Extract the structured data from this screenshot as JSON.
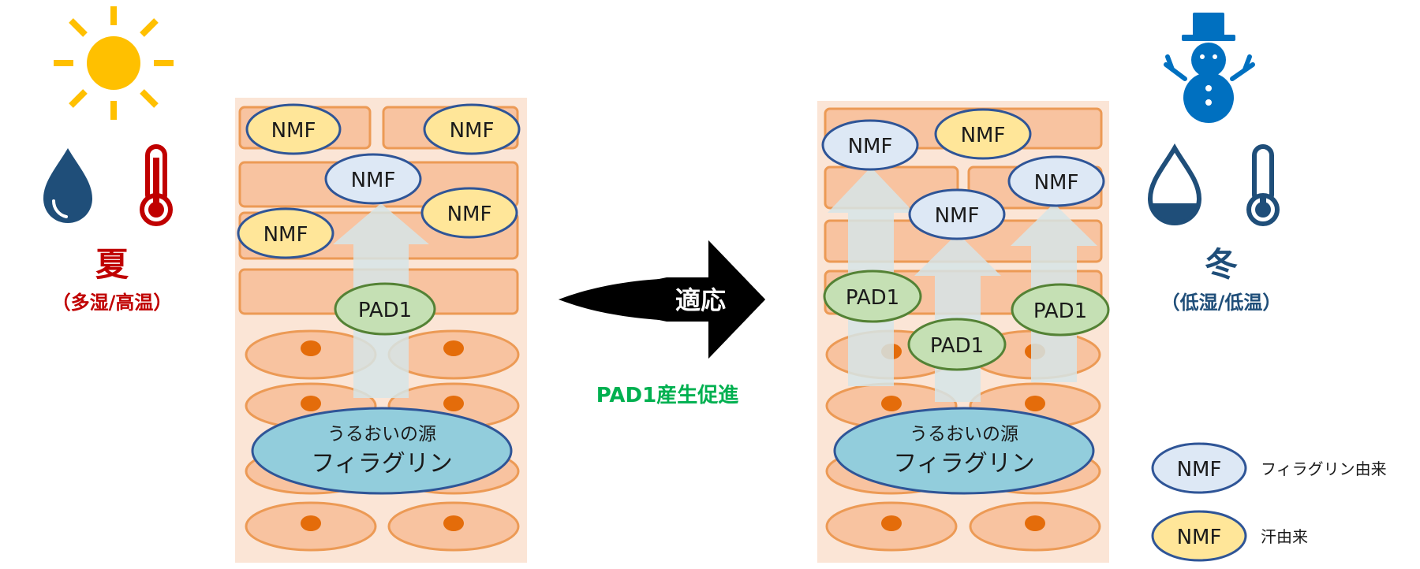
{
  "summer": {
    "season": "夏",
    "condition": "（多湿/高温）",
    "color": "#c00000",
    "icons": [
      "sun-icon",
      "water-drop-icon",
      "thermometer-hot-icon"
    ]
  },
  "winter": {
    "season": "冬",
    "condition": "（低湿/低温）",
    "color": "#1f4e79",
    "icons": [
      "snowman-icon",
      "water-drop-low-icon",
      "thermometer-cold-icon"
    ]
  },
  "left_panel": {
    "nmf_labels": [
      "NMF",
      "NMF",
      "NMF",
      "NMF",
      "NMF"
    ],
    "pad1": "PAD1",
    "filaggrin_line1": "うるおいの源",
    "filaggrin_line2": "フィラグリン"
  },
  "right_panel": {
    "nmf_labels": [
      "NMF",
      "NMF",
      "NMF",
      "NMF"
    ],
    "pad1_labels": [
      "PAD1",
      "PAD1",
      "PAD1"
    ],
    "filaggrin_line1": "うるおいの源",
    "filaggrin_line2": "フィラグリン"
  },
  "transition": {
    "arrow_label": "適応",
    "caption": "PAD1産生促進",
    "caption_color": "#00b050"
  },
  "legend": {
    "items": [
      {
        "badge": "NMF",
        "label": "フィラグリン由来",
        "color": "#dde8f5"
      },
      {
        "badge": "NMF",
        "label": "汗由来",
        "color": "#ffe699"
      }
    ]
  },
  "colors": {
    "panel_bg": "#fbe5d6",
    "cell_fill": "#f8c3a0",
    "cell_stroke": "#ec9a55",
    "nucleus": "#e46c0a",
    "nmf_filaggrin": "#dde8f5",
    "nmf_sweat": "#ffe699",
    "oval_stroke": "#2f5597",
    "pad1_fill": "#c5e0b4",
    "pad1_stroke": "#548235",
    "filaggrin_fill": "#92cddc",
    "up_arrow": "#d6e5e8",
    "sun": "#ffc000"
  }
}
